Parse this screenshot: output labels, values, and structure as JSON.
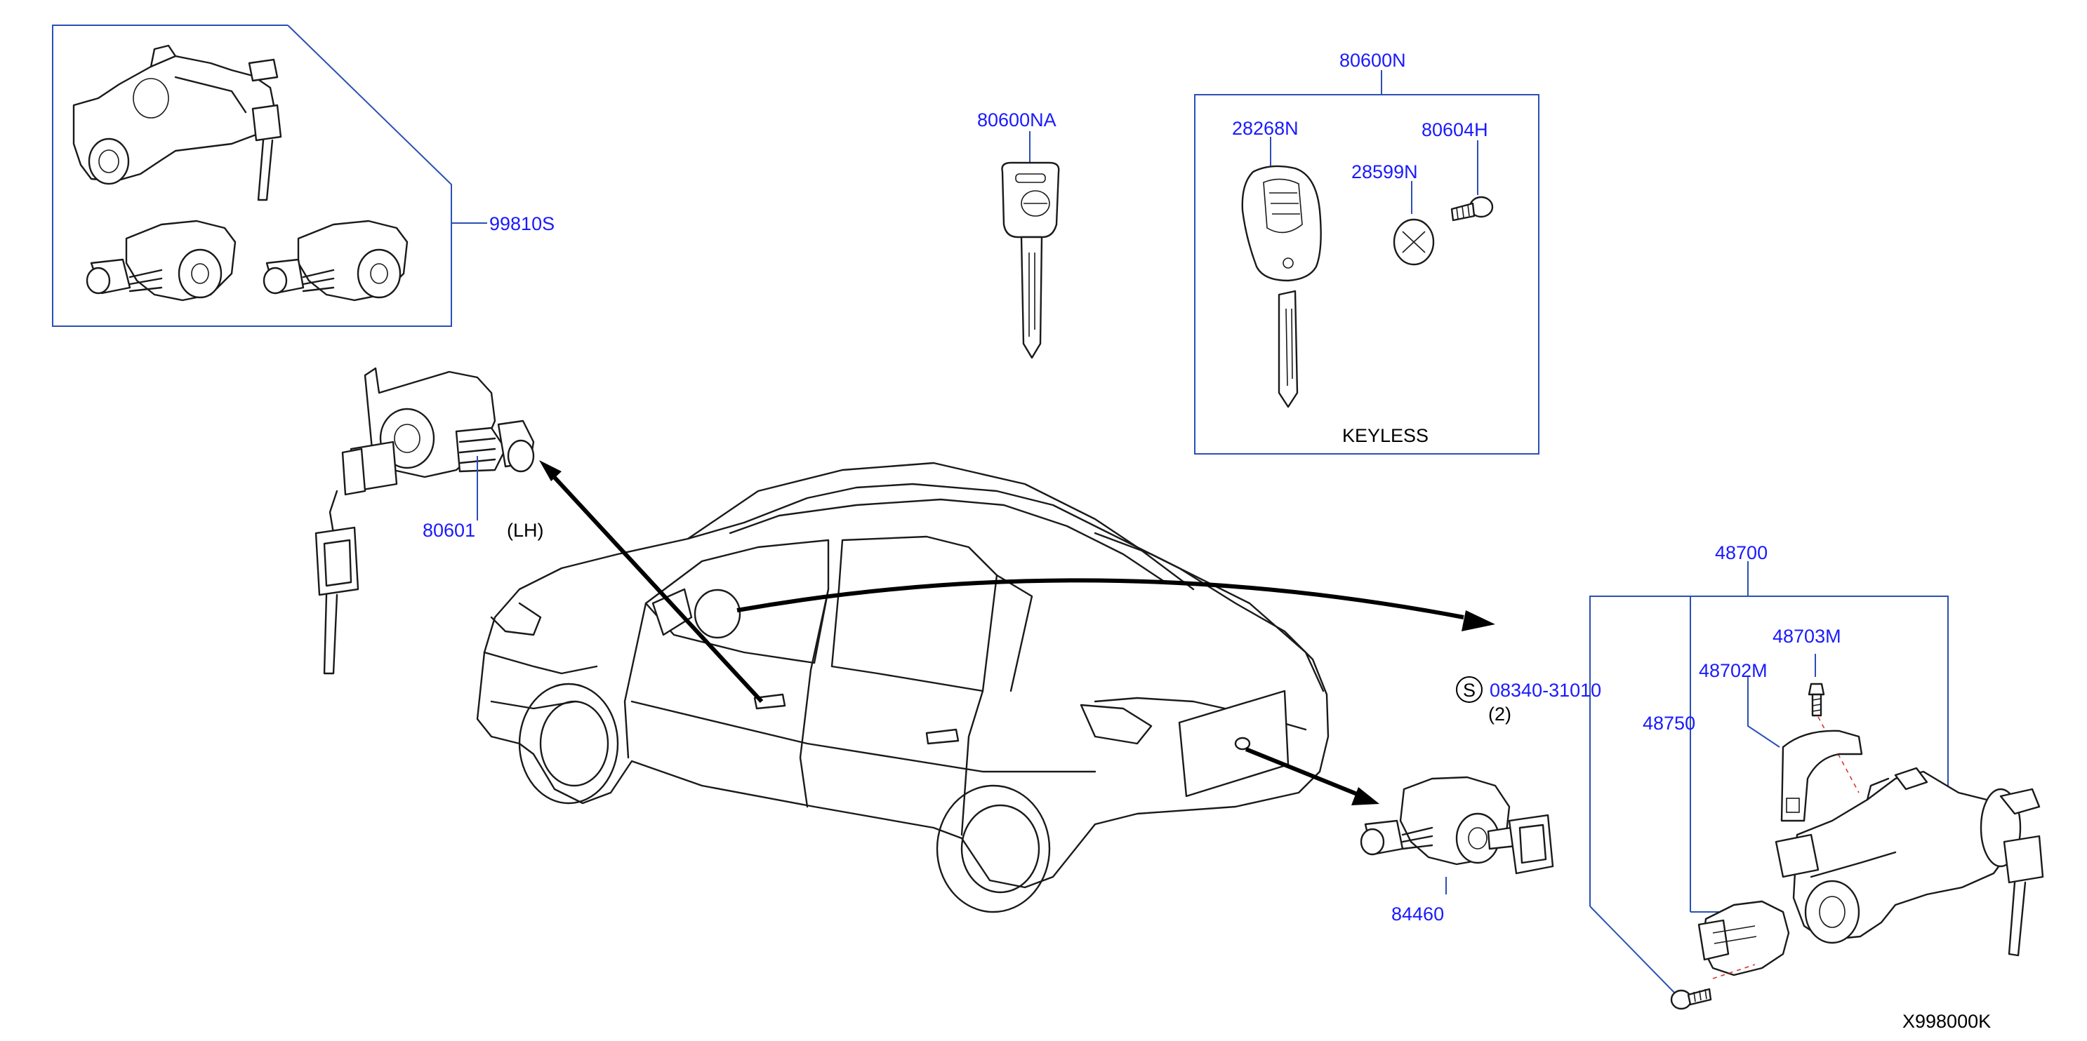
{
  "diagram_id": "X998000K",
  "part_labels": {
    "p99810S": "99810S",
    "p80601": "80601",
    "p80601_side": "(LH)",
    "p80600NA": "80600NA",
    "p80600N": "80600N",
    "p28268N": "28268N",
    "p28599N": "28599N",
    "p80604H": "80604H",
    "keyless": "KEYLESS",
    "p48700": "48700",
    "p48703M": "48703M",
    "p48702M": "48702M",
    "p48750": "48750",
    "bolt_symbol": "S",
    "bolt_part": "08340-31010",
    "bolt_qty": "(2)",
    "p84460": "84460"
  },
  "colors": {
    "label_blue": "#1a1aff",
    "leader_blue": "#2b4fb5",
    "drawing": "#1a1a1a"
  }
}
